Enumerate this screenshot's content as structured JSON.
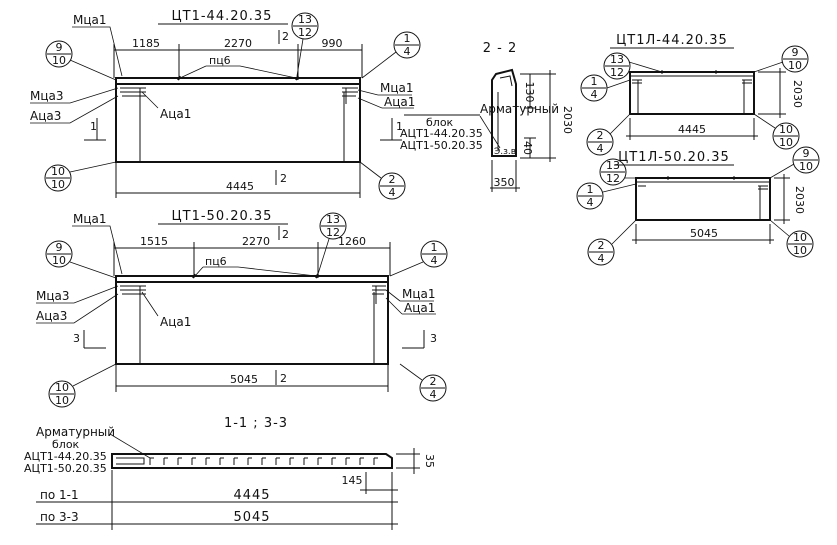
{
  "top": {
    "title": "ЦТ1-44.20.35",
    "d1": "1185",
    "d2": "2270",
    "d3": "990",
    "total": "4445",
    "axis": "2",
    "nodes": {
      "a_n": "9",
      "a_d": "10",
      "b_n": "1",
      "b_d": "4",
      "c_n": "13",
      "c_d": "12",
      "d_n": "10",
      "d_d": "10",
      "e_n": "2",
      "e_d": "4"
    },
    "labels": {
      "mca1_l": "Мца1",
      "mca3": "Мца3",
      "aca3": "Аца3",
      "aca1": "Аца1",
      "pc6": "пц6",
      "mca1_r": "Мца1",
      "aca1_r": "Аца1",
      "sec": "1"
    }
  },
  "bottom": {
    "title": "ЦТ1-50.20.35",
    "d1": "1515",
    "d2": "2270",
    "d3": "1260",
    "total": "5045",
    "axis": "2",
    "nodes": {
      "a_n": "9",
      "a_d": "10",
      "b_n": "1",
      "b_d": "4",
      "c_n": "13",
      "c_d": "12",
      "d_n": "10",
      "d_d": "10",
      "e_n": "2",
      "e_d": "4"
    },
    "labels": {
      "mca1_l": "Мца1",
      "mca3": "Мца3",
      "aca3": "Аца3",
      "aca1": "Аца1",
      "pc6": "пц6",
      "mca1_r": "Мца1",
      "aca1_r": "Аца1",
      "sec": "3"
    }
  },
  "section22": {
    "title": "2 - 2",
    "d_130": "130",
    "d_40": "40",
    "d_2030": "2030",
    "d_350": "350",
    "block_lbl": "Арматурный",
    "block_lbl2": "блок",
    "block1": "АЦТ1-44.20.35",
    "block2": "АЦТ1-50.20.35",
    "small": "Э.з.в"
  },
  "right_top": {
    "title": "ЦТ1Л-44.20.35",
    "width": "4445",
    "height": "2030",
    "nodes": {
      "a_n": "13",
      "a_d": "12",
      "b_n": "9",
      "b_d": "10",
      "c_n": "1",
      "c_d": "4",
      "d_n": "2",
      "d_d": "4",
      "e_n": "10",
      "e_d": "10"
    }
  },
  "right_bottom": {
    "title": "ЦТ1Л-50.20.35",
    "width": "5045",
    "height": "2030",
    "nodes": {
      "a_n": "13",
      "a_d": "12",
      "b_n": "9",
      "b_d": "10",
      "c_n": "1",
      "c_d": "4",
      "d_n": "2",
      "d_d": "4",
      "e_n": "10",
      "e_d": "10"
    }
  },
  "section11": {
    "title": "1-1 ; 3-3",
    "block_lbl": "Арматурный",
    "block_lbl2": "блок",
    "block1": "АЦТ1-44.20.35",
    "block2": "АЦТ1-50.20.35",
    "d_35": "35",
    "d_145": "145",
    "row1_label": "по 1-1",
    "row1_value": "4445",
    "row2_label": "по 3-3",
    "row2_value": "5045"
  }
}
